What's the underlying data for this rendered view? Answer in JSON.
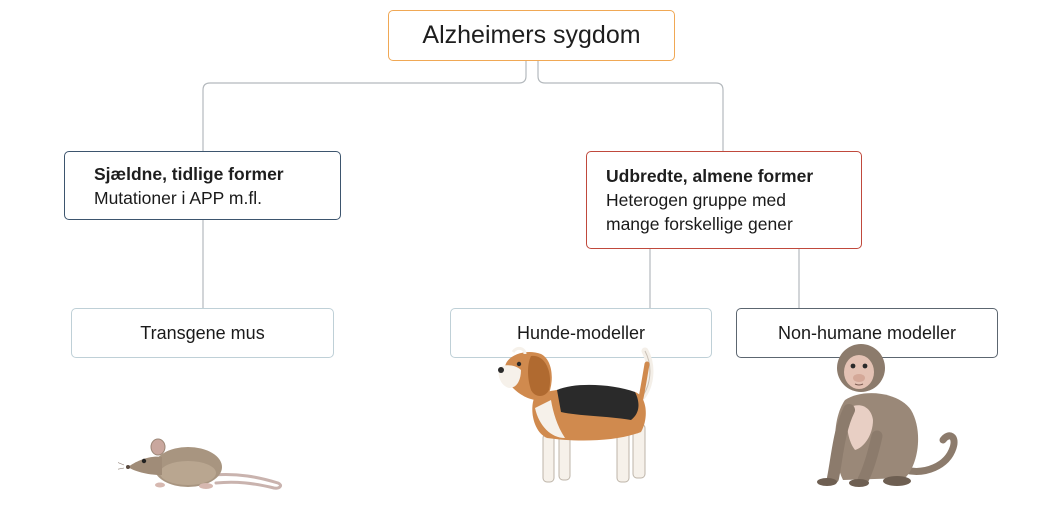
{
  "root": {
    "label": "Alzheimers sygdom"
  },
  "branches": [
    {
      "title": "Sjældne, tidlige former",
      "lines": [
        "Mutationer i APP m.fl."
      ]
    },
    {
      "title": "Udbredte, almene former",
      "lines": [
        "Heterogen gruppe med",
        "mange forskellige gener"
      ]
    }
  ],
  "models": [
    {
      "label": "Transgene mus",
      "illustration": "mouse"
    },
    {
      "label": "Hunde-modeller",
      "illustration": "beagle-dog"
    },
    {
      "label": "Non-humane modeller",
      "illustration": "monkey"
    }
  ],
  "colors": {
    "root_border": "#f0a855",
    "rare_border": "#3d556e",
    "common_border": "#c0493c",
    "connector": "#b4b9bd"
  }
}
